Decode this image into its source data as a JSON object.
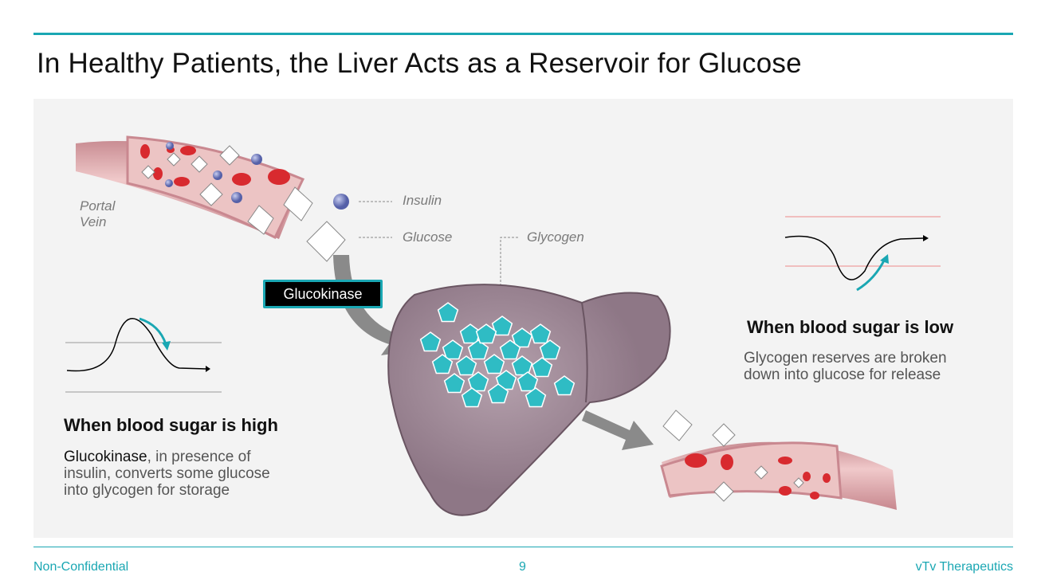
{
  "title": "In Healthy Patients, the Liver Acts as a Reservoir for Glucose",
  "diagram": {
    "portal_vein_label_1": "Portal",
    "portal_vein_label_2": "Vein",
    "insulin_label": "Insulin",
    "glucose_label": "Glucose",
    "glycogen_label": "Glycogen",
    "glucokinase_tag": "Glucokinase"
  },
  "high": {
    "heading": "When blood sugar is high",
    "bold_term": "Glucokinase",
    "line1_rest": ", in presence of",
    "line2": "insulin, converts some glucose",
    "line3": "into glycogen for storage"
  },
  "low": {
    "heading": "When blood sugar is low",
    "line1": "Glycogen reserves are broken",
    "line2": "down into glucose for release"
  },
  "footer": {
    "left": "Non-Confidential",
    "page": "9",
    "right": "vTv Therapeutics"
  },
  "colors": {
    "accent": "#1aa7b3",
    "liver": "#a58f9c",
    "vein": "#e6b3b5",
    "glycogen": "#2fbcc4"
  }
}
